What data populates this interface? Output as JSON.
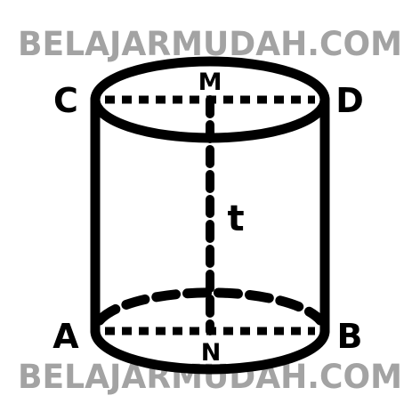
{
  "watermark": {
    "top": "BELAJARMUDAH.COM",
    "bottom": "BELAJARMUDAH.COM",
    "color": "#a3a3a3"
  },
  "figure": {
    "stroke_color": "#000000",
    "background": "#ffffff"
  },
  "labels": {
    "top_left": "C",
    "top_right": "D",
    "top_center": "M",
    "bottom_left": "A",
    "bottom_right": "B",
    "bottom_center": "N",
    "height": "t"
  }
}
